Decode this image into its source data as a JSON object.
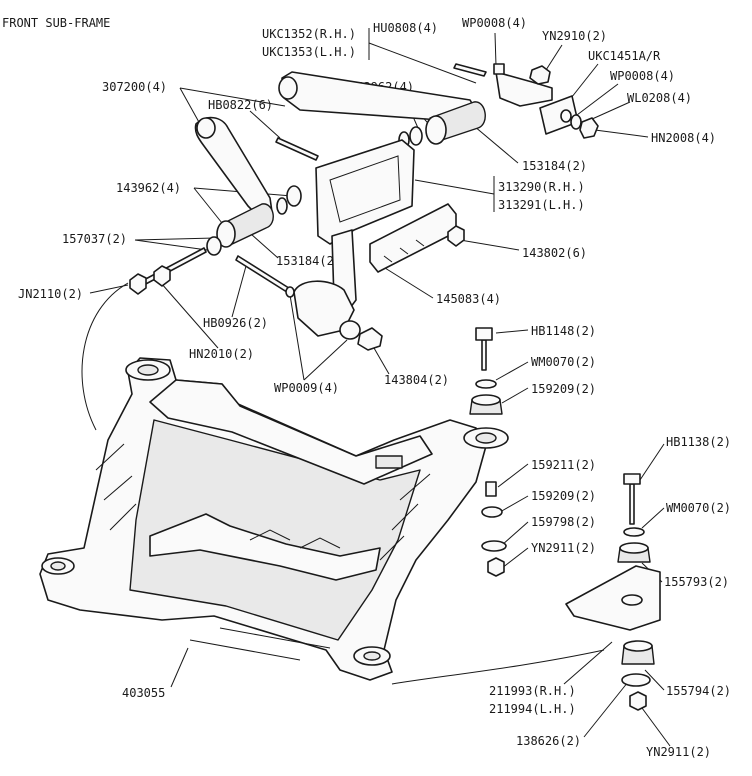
{
  "title": "FRONT SUB-FRAME",
  "labels": {
    "ukc1352": "UKC1352(R.H.)",
    "ukc1353": "UKC1353(L.H.)",
    "hu0808": "HU0808(4)",
    "wp0008_top": "WP0008(4)",
    "yn2910": "YN2910(2)",
    "ukc1451": "UKC1451A/R",
    "wp0008_right": "WP0008(4)",
    "wl0208": "WL0208(4)",
    "hn2008": "HN2008(4)",
    "p307200": "307200(4)",
    "p143962_top": "143962(4)",
    "hb0822": "HB0822(6)",
    "p153184_right": "153184(2)",
    "p313290": "313290(R.H.)",
    "p313291": "313291(L.H.)",
    "p143962_left": "143962(4)",
    "p157037": "157037(2)",
    "p153184_mid": "153184(2)",
    "p143802": "143802(6)",
    "jn2110": "JN2110(2)",
    "p145083": "145083(4)",
    "hb0926": "HB0926(2)",
    "hn2010": "HN2010(2)",
    "hb1148": "HB1148(2)",
    "wm0070_a": "WM0070(2)",
    "wp0009": "WP0009(4)",
    "p143804": "143804(2)",
    "p159209_a": "159209(2)",
    "hb1138": "HB1138(2)",
    "p159211": "159211(2)",
    "p159209_b": "159209(2)",
    "wm0070_b": "WM0070(2)",
    "p159798": "159798(2)",
    "yn2911_a": "YN2911(2)",
    "p155793": "155793(2)",
    "p403055": "403055",
    "p211993": "211993(R.H.)",
    "p211994": "211994(L.H.)",
    "p155794": "155794(2)",
    "p138626": "138626(2)",
    "yn2911_b": "YN2911(2)"
  }
}
